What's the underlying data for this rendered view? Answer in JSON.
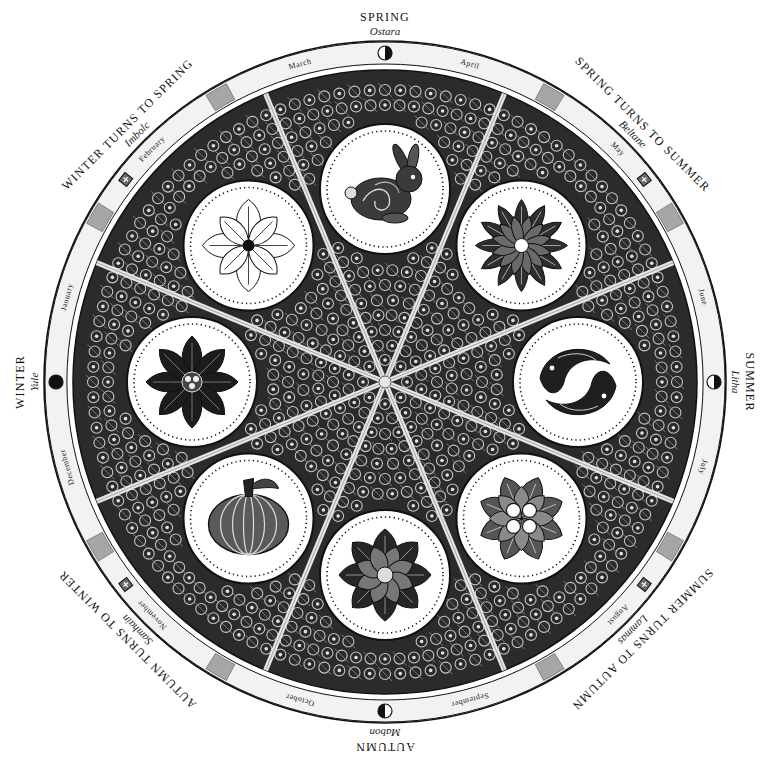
{
  "diagram": {
    "labels": [
      "SPRING",
      "Ostara",
      "SPRING TURNS TO SUMMER",
      "Beltane",
      "SUMMER",
      "Litha",
      "SUMMER TURNS TO AUTUMN",
      "Lammas",
      "AUTUMN",
      "Mabon",
      "AUTUMN TURNS TO WINTER",
      "Samhain",
      "WINTER",
      "Yule",
      "WINTER TURNS TO SPRING",
      "Imbolc",
      "January",
      "February",
      "March",
      "April",
      "May",
      "June",
      "July",
      "August",
      "September",
      "October",
      "November",
      "December"
    ]
  }
}
